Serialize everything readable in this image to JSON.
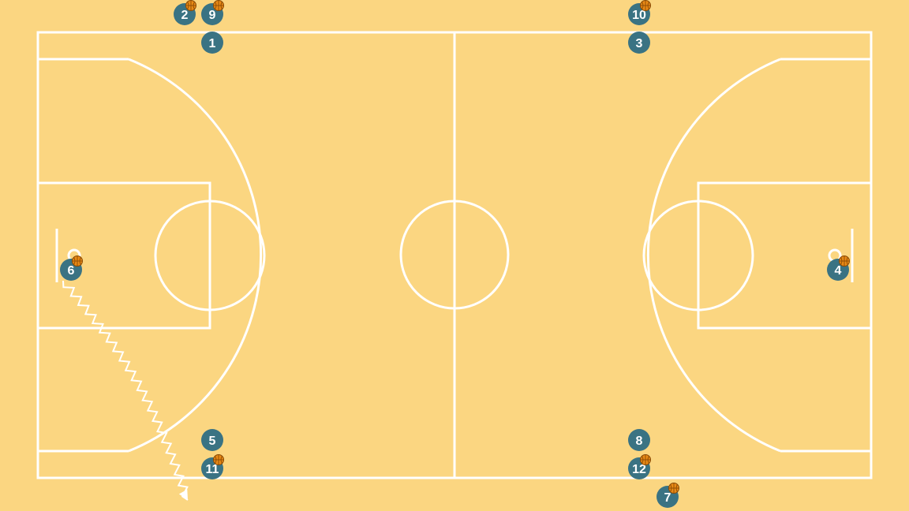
{
  "colors": {
    "background": "#fbd681",
    "lines": "#ffffff",
    "player": "#3a7383",
    "ball": "#e98a16",
    "ball_seams": "#8a4a05"
  },
  "players": [
    {
      "number": "1",
      "has_ball": false
    },
    {
      "number": "2",
      "has_ball": true
    },
    {
      "number": "9",
      "has_ball": true
    },
    {
      "number": "10",
      "has_ball": true
    },
    {
      "number": "3",
      "has_ball": false
    },
    {
      "number": "6",
      "has_ball": true
    },
    {
      "number": "4",
      "has_ball": true
    },
    {
      "number": "5",
      "has_ball": false
    },
    {
      "number": "11",
      "has_ball": true
    },
    {
      "number": "8",
      "has_ball": false
    },
    {
      "number": "12",
      "has_ball": true
    },
    {
      "number": "7",
      "has_ball": true
    }
  ],
  "movements": [
    {
      "type": "dribble",
      "from_player": "6",
      "icon": "arrow-head-icon"
    }
  ]
}
